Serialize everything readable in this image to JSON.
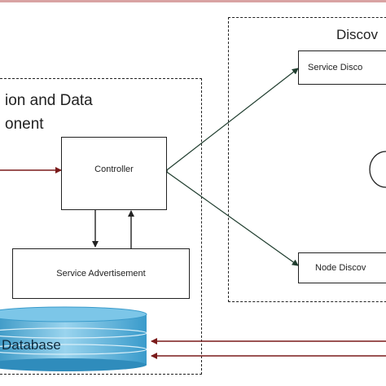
{
  "left_group": {
    "title_line1": "ion and Data",
    "title_line2": "onent"
  },
  "right_group": {
    "title": "Discov"
  },
  "nodes": {
    "controller": "Controller",
    "service_advertisement": "Service Advertisement",
    "service_discovery": "Service Disco",
    "node_discovery": "Node Discov",
    "database": "Database"
  },
  "colors": {
    "arrow_red": "#7a1a1a",
    "border": "#222222",
    "database_blue": "#5fb3d9",
    "top_line": "#d9a3a3"
  }
}
